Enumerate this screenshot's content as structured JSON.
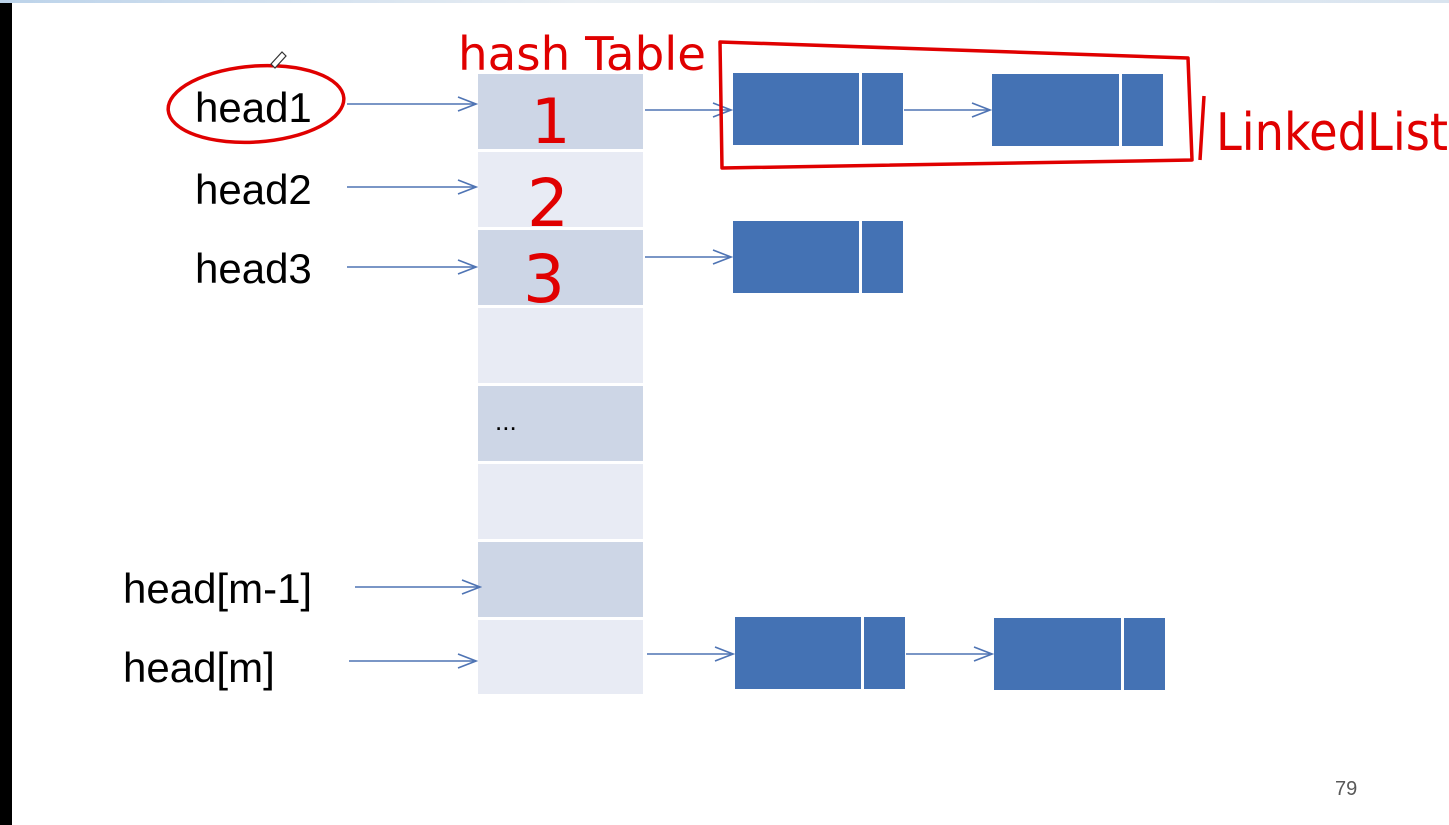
{
  "pointers": [
    {
      "label": "head1"
    },
    {
      "label": "head2"
    },
    {
      "label": "head3"
    },
    {
      "label": "head[m-1]"
    },
    {
      "label": "head[m]"
    }
  ],
  "table": {
    "ellipsis": "..."
  },
  "annotations": {
    "hash_table": "hash Table",
    "linked_list": "LinkedList",
    "digits": [
      "1",
      "2",
      "3"
    ],
    "color": "#e00000"
  },
  "colors": {
    "node": "#4472b4",
    "cell_dark": "#cdd6e6",
    "cell_light": "#e8ebf4",
    "arrow": "#4f74b4"
  },
  "page_number": "79"
}
